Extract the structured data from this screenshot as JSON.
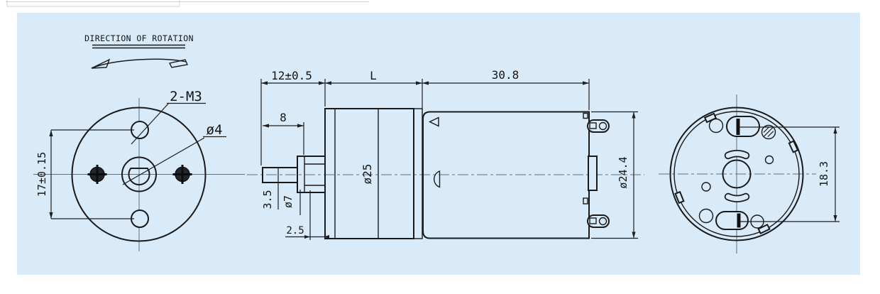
{
  "drawing": {
    "type": "engineering-drawing",
    "subject": "DC gear motor, 3 orthographic views",
    "header": {
      "rotation_label": "DIRECTION OF ROTATION"
    },
    "front_view": {
      "name": "gearbox front face",
      "labels": {
        "mount_holes": "2-M3",
        "shaft_diameter": "ø4",
        "hole_spacing": "17±0.15"
      }
    },
    "side_view": {
      "name": "side profile",
      "labels": {
        "shaft_length": "12±0.5",
        "gearbox_length": "L",
        "motor_length": "30.8",
        "shaft_step": "8",
        "flat_length": "3.5",
        "boss_diameter": "ø7",
        "boss_protrusion": "2.5",
        "gearbox_diameter": "ø25",
        "motor_diameter": "ø24.4"
      }
    },
    "rear_view": {
      "name": "motor end cap",
      "labels": {
        "terminal_spacing": "18.3"
      }
    },
    "colors": {
      "panel_background": "#d9eaf8",
      "page_background": "#ffffff",
      "outline": "#1a1a1a",
      "centerline": "#5f7280",
      "text": "#151515"
    }
  }
}
